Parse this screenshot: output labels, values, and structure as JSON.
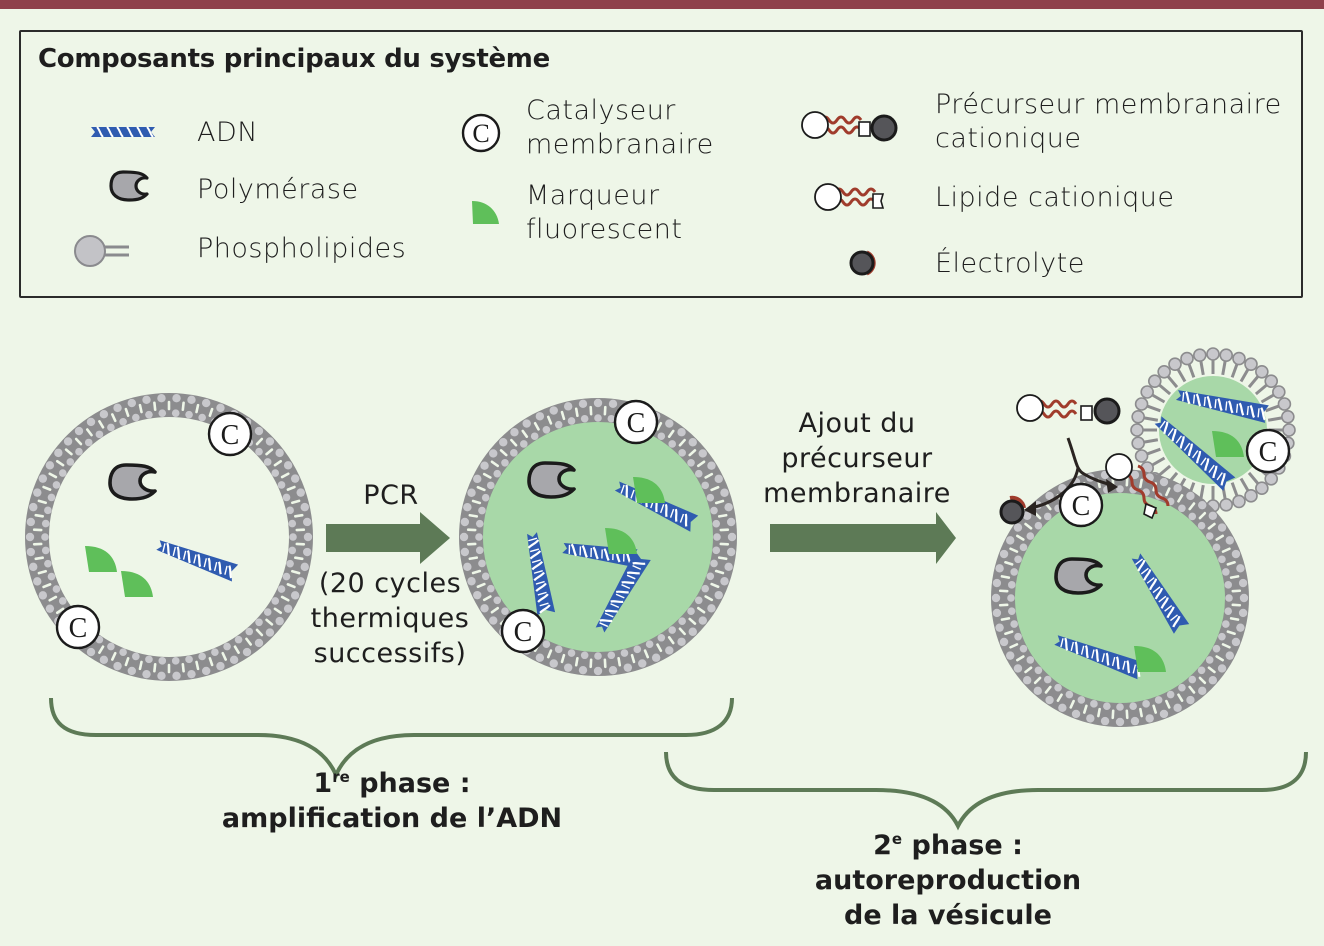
{
  "legend": {
    "title": "Composants principaux du système",
    "items": [
      {
        "icon": "dna-icon",
        "label": "ADN"
      },
      {
        "icon": "polymerase-icon",
        "label": "Polymérase"
      },
      {
        "icon": "phospholipid-icon",
        "label": "Phospholipides"
      },
      {
        "icon": "catalyst-icon",
        "label": "Catalyseur membranaire",
        "label_lines": [
          "Catalyseur",
          "membranaire"
        ],
        "glyph": "C"
      },
      {
        "icon": "fluorescent-marker-icon",
        "label": "Marqueur fluorescent",
        "label_lines": [
          "Marqueur",
          "fluorescent"
        ]
      },
      {
        "icon": "cationic-membrane-precursor-icon",
        "label": "Précurseur membranaire cationique",
        "label_lines": [
          "Précurseur membranaire",
          "cationique"
        ]
      },
      {
        "icon": "cationic-lipid-icon",
        "label": "Lipide cationique"
      },
      {
        "icon": "electrolyte-icon",
        "label": "Électrolyte"
      }
    ]
  },
  "process": {
    "arrow1": {
      "label": "PCR",
      "note_lines": [
        "(20 cycles",
        "thermiques",
        "successifs)"
      ]
    },
    "arrow2": {
      "label_lines": [
        "Ajout du",
        "précurseur",
        "membranaire"
      ]
    },
    "catalyst_glyph": "C"
  },
  "phases": [
    {
      "num": "1",
      "sup": "re",
      "title": "phase :",
      "desc_lines": [
        "amplification de l’ADN"
      ]
    },
    {
      "num": "2",
      "sup": "e",
      "title": "phase :",
      "desc_lines": [
        "autoreproduction",
        "de la vésicule"
      ]
    }
  ],
  "colors": {
    "background": "#eef6e8",
    "top_bar": "#8f414b",
    "arrow_green": "#5d7a56",
    "vesicle_fill": "#a8d8a8",
    "membrane_gray": "#8c8c8e",
    "head_gray": "#c8c8cc",
    "dna_blue": "#2f5bb0",
    "marker_green": "#5fbf5a",
    "lipid_tail": "#a03c2c",
    "electrolyte": "#555559"
  }
}
